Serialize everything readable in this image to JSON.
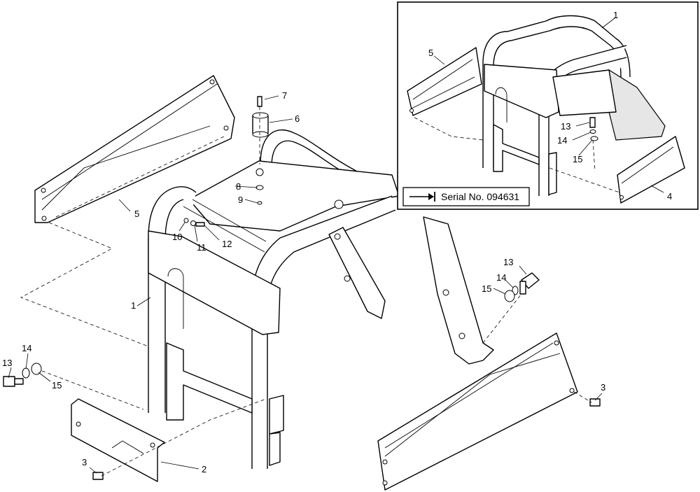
{
  "callouts": {
    "c1_main": "1",
    "c2": "2",
    "c3_left": "3",
    "c3_right": "3",
    "c4_inset": "4",
    "c5_main": "5",
    "c6": "6",
    "c7": "7",
    "c8": "8",
    "c9": "9",
    "c10": "10",
    "c11": "11",
    "c12": "12",
    "c13_left": "13",
    "c14_left": "14",
    "c15_left": "15",
    "c13_right": "13",
    "c14_right": "14",
    "c15_right": "15",
    "c1_inset": "1",
    "c5_inset": "5",
    "c13_inset": "13",
    "c14_inset": "14",
    "c15_inset": "15"
  },
  "inset": {
    "serial_label": "Serial No. 094631",
    "arrow_icon": "arrow-to-bar-icon"
  }
}
